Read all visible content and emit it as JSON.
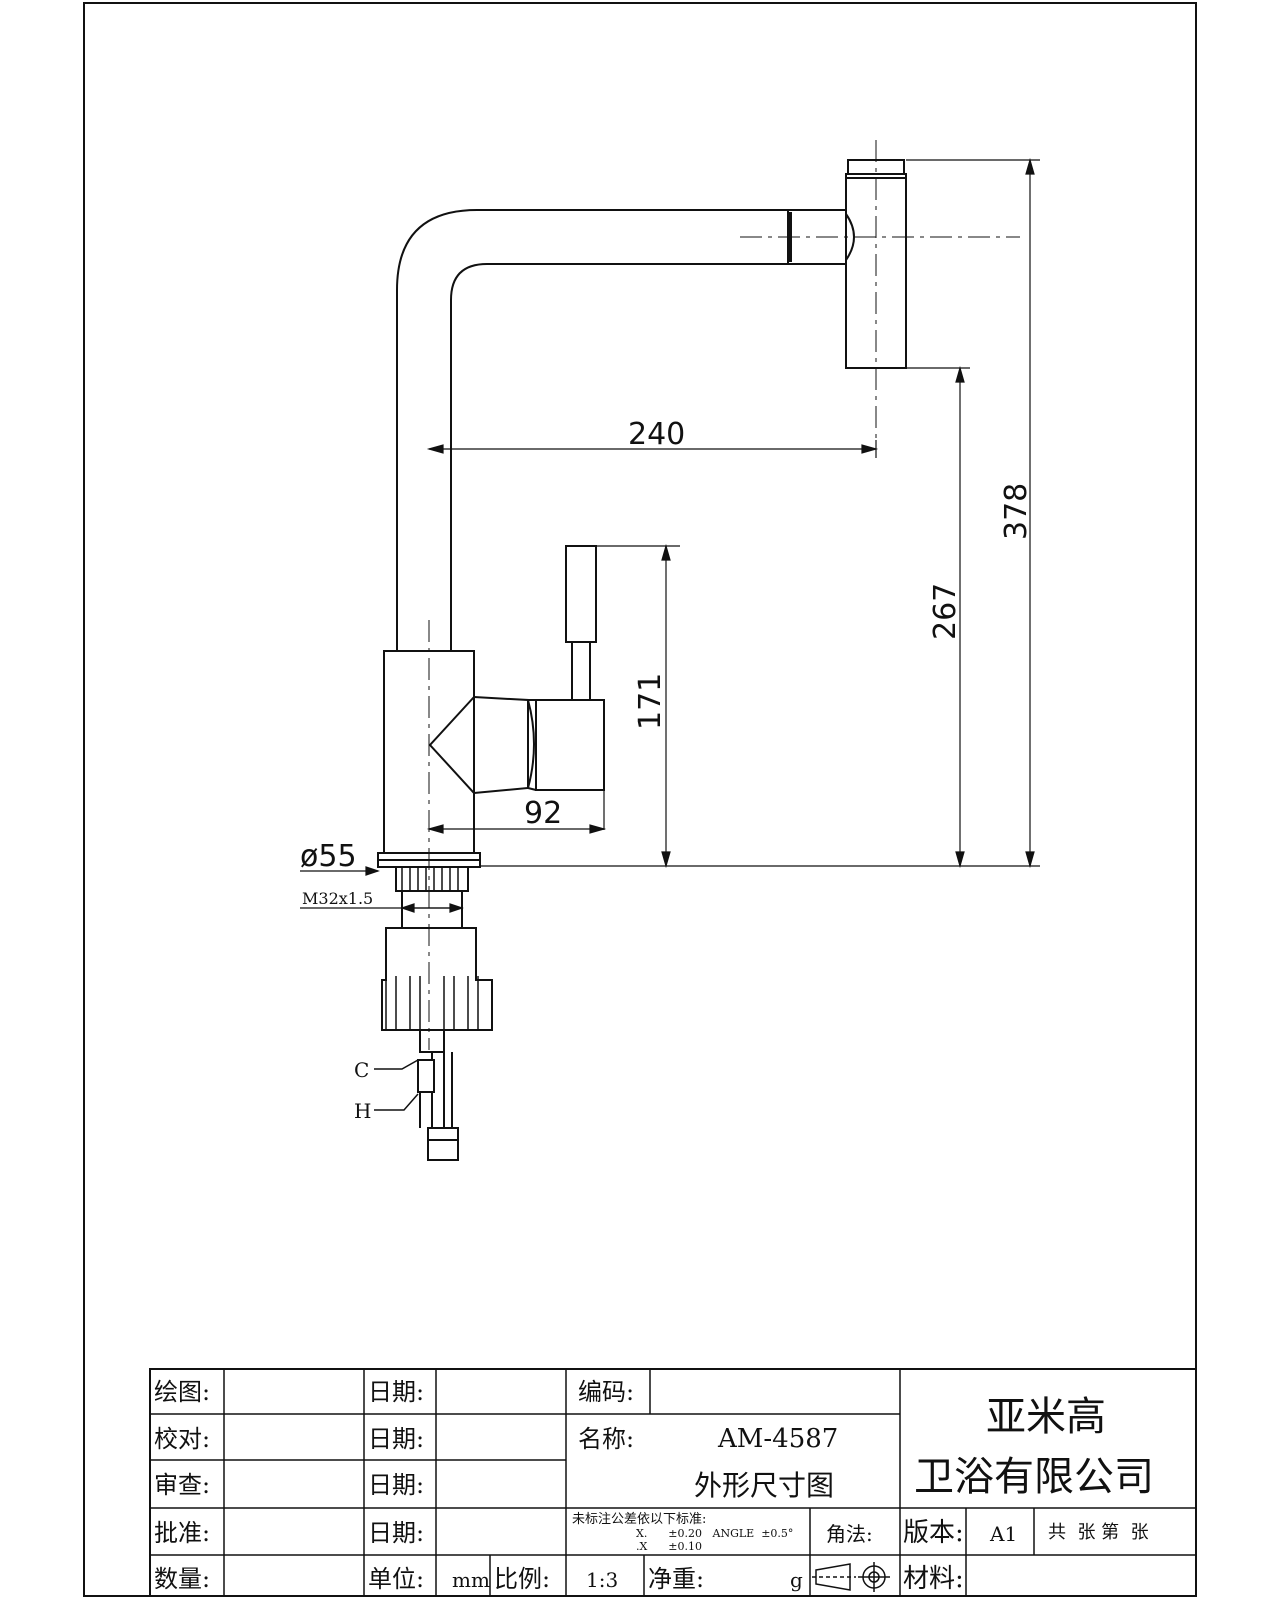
{
  "drawing": {
    "dimensions": {
      "reach": "240",
      "overall_height": "378",
      "spout_height": "267",
      "handle_height": "171",
      "lever_depth": "92",
      "base_diameter": "ø55",
      "thread": "M32x1.5"
    },
    "hose_labels": {
      "cold": "C",
      "hot": "H"
    }
  },
  "title_block": {
    "drawn_by_label": "绘图:",
    "checked_by_label": "校对:",
    "reviewed_by_label": "审查:",
    "approved_by_label": "批准:",
    "quantity_label": "数量:",
    "date_label": "日期:",
    "unit_label": "单位:",
    "unit_value": "mm",
    "scale_label": "比例:",
    "scale_value": "1:3",
    "code_label": "编码:",
    "name_label": "名称:",
    "model": "AM-4587",
    "drawing_title": "外形尺寸图",
    "tolerance_title": "未标注公差依以下标准:",
    "tolerance_linear": "X.      ±0.20   ANGLE  ±0.5°",
    "tolerance_linear2": ".X      ±0.10",
    "projection_label": "角法:",
    "net_weight_label": "净重:",
    "net_weight_unit": "g",
    "version_label": "版本:",
    "version_value": "A1",
    "sheets_text": "共  张 第  张",
    "material_label": "材料:",
    "company_line1": "亚米高",
    "company_line2": "卫浴有限公司"
  }
}
